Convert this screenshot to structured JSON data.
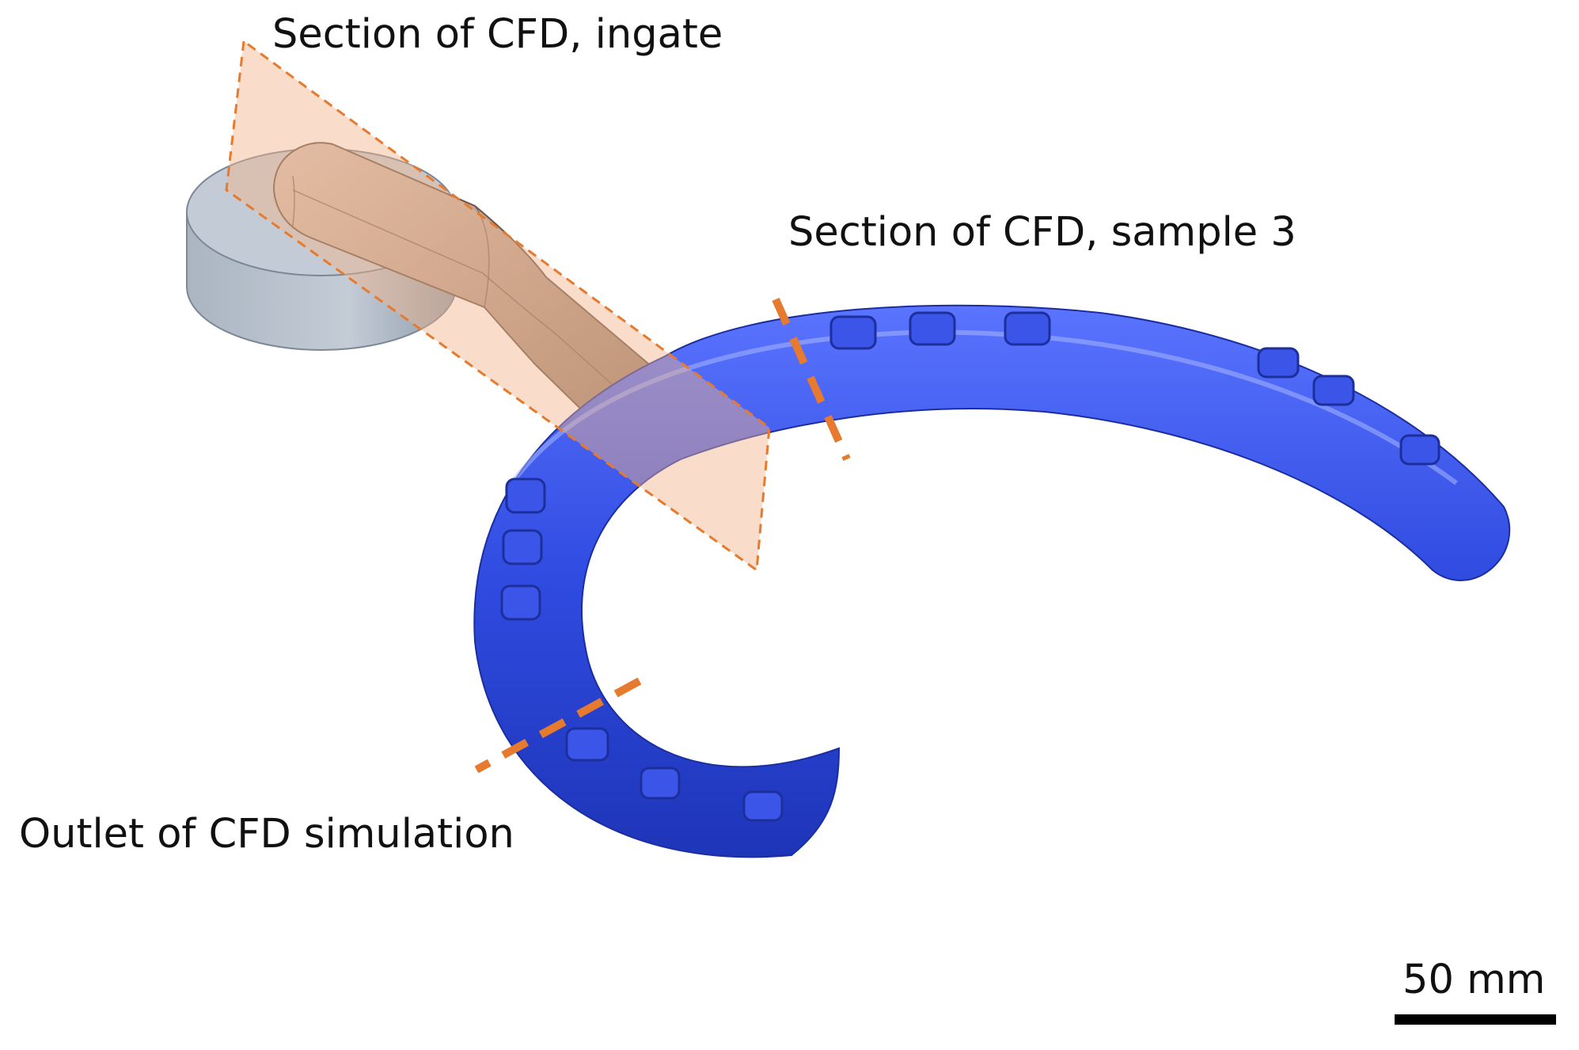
{
  "labels": {
    "ingate_section": "Section of CFD, ingate",
    "sample3_section": "Section of CFD, sample 3",
    "outlet": "Outlet of CFD simulation"
  },
  "scale_bar": {
    "label": "50 mm"
  },
  "colors": {
    "casting_blue": "#2f4be0",
    "gating_runner_tan": "#b8a091",
    "section_plane_fill": "#f1b48a",
    "section_marker_orange": "#e67a2e",
    "sprue_base_grey": "#b8c2cd"
  }
}
